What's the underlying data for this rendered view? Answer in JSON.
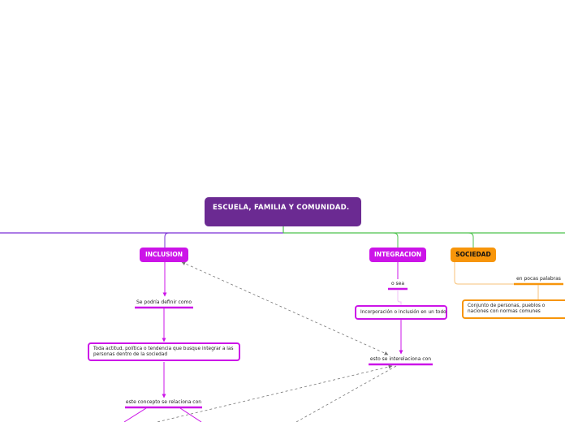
{
  "root": {
    "title": "ESCUELA, FAMILIA Y COMUNIDAD."
  },
  "branches": {
    "inclusion": {
      "label": "INCLUSION",
      "link1": "Se podría definir como",
      "definition": "Toda actitud, política o tendencia que busque integrar a las personas dentro de la sociedad",
      "link2": "este concepto se relaciona con"
    },
    "integracion": {
      "label": "INTEGRACION",
      "link1": "o sea",
      "definition": "Incorporación o inclusión en un todo",
      "link2": "esto se interelaciona con"
    },
    "sociedad": {
      "label": "SOCIEDAD",
      "link1": "en pocas palabras",
      "definition": "Conjunto de personas, pueblos o naciones con normas comunes"
    }
  },
  "colors": {
    "root": "#6b2a92",
    "branch": "#cc14e8",
    "sociedad": "#f7950a",
    "left_line": "#7a2fd6",
    "right_line": "#4cc24c"
  }
}
